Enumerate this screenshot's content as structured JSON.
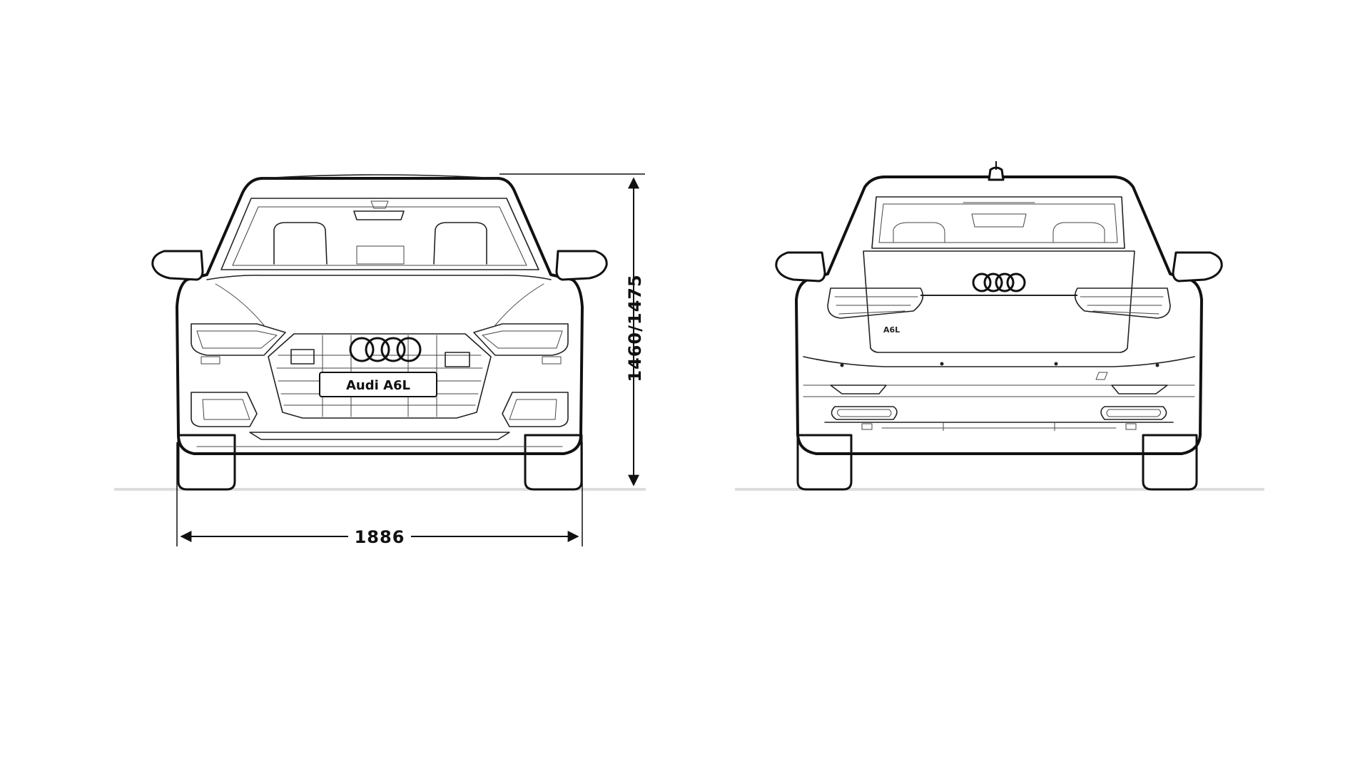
{
  "drawing": {
    "front_view": {
      "plate_text": "Audi A6L"
    },
    "rear_view": {
      "badge_text": "A6L"
    },
    "dimensions": {
      "height_label": "1460/1475",
      "width_label": "1886"
    },
    "colors": {
      "line": "#111111",
      "ground": "#dddddd",
      "background": "#ffffff"
    }
  }
}
